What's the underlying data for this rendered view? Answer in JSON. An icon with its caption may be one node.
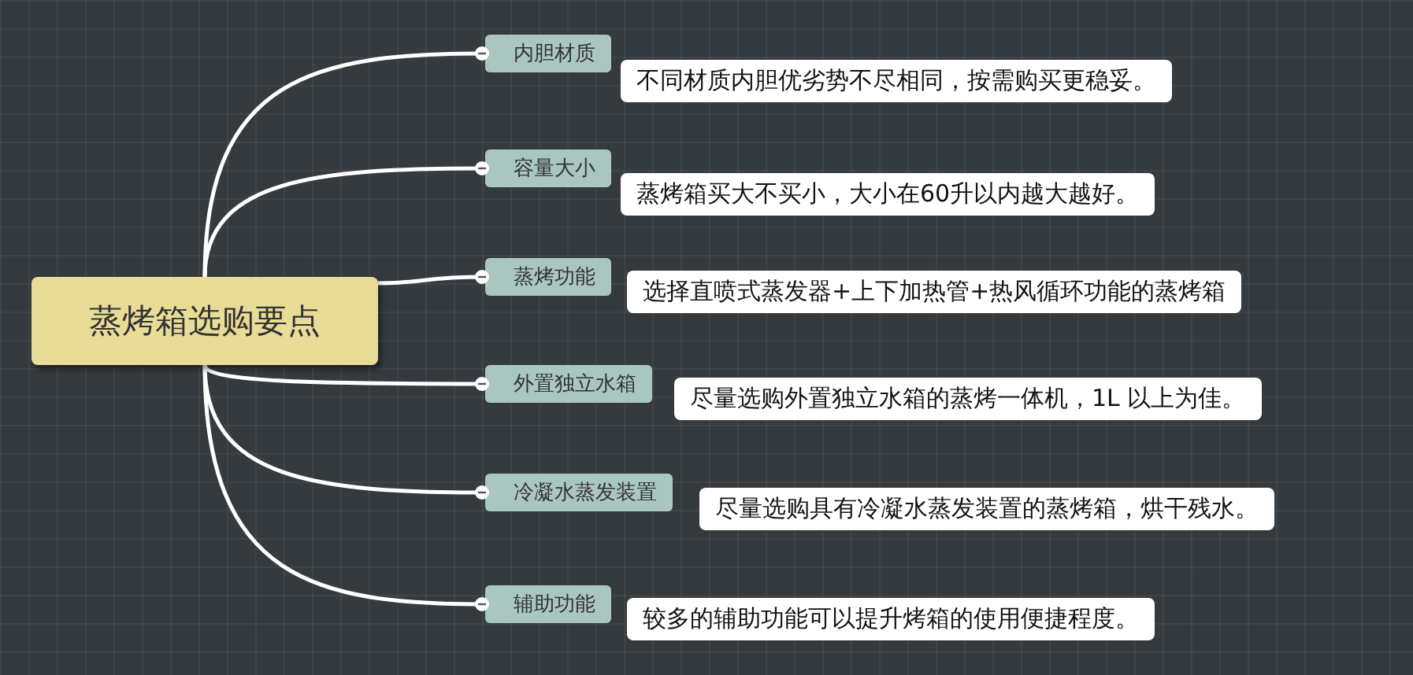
{
  "diagram": {
    "nodes": [
      {
        "text": [
          "蒸烤箱选购要点"
        ]
      },
      {
        "text": [
          "内胆材质"
        ]
      },
      {
        "text": [
          "不同材质内胆优劣势不尽相同，按需购买更稳妥。"
        ]
      },
      {
        "text": [
          "容量大小"
        ]
      },
      {
        "text": [
          "蒸烤箱买大不买小，大小在60升以内越大越好。"
        ]
      },
      {
        "text": [
          "蒸烤功能"
        ]
      },
      {
        "text": [
          "选择直喷式蒸发器+上下加热管+热风循环功能的蒸烤箱"
        ]
      },
      {
        "text": [
          "外置独立水箱"
        ]
      },
      {
        "text": [
          "尽量选购外置独立水箱的蒸烤一体机，1L 以上为佳。"
        ]
      },
      {
        "text": [
          "冷凝水蒸发装置"
        ]
      },
      {
        "text": [
          "尽量选购具有冷凝水蒸发装置的蒸烤箱，烘干残水。"
        ]
      },
      {
        "text": [
          "辅助功能"
        ]
      },
      {
        "text": [
          "较多的辅助功能可以提升烤箱的使用便捷程度。"
        ]
      }
    ],
    "edges": [
      {
        "from": 0,
        "to": 1,
        "arrow": "none"
      },
      {
        "from": 0,
        "to": 3,
        "arrow": "none"
      },
      {
        "from": 0,
        "to": 5,
        "arrow": "none"
      },
      {
        "from": 0,
        "to": 7,
        "arrow": "none"
      },
      {
        "from": 0,
        "to": 9,
        "arrow": "none"
      },
      {
        "from": 0,
        "to": 11,
        "arrow": "none"
      }
    ]
  }
}
